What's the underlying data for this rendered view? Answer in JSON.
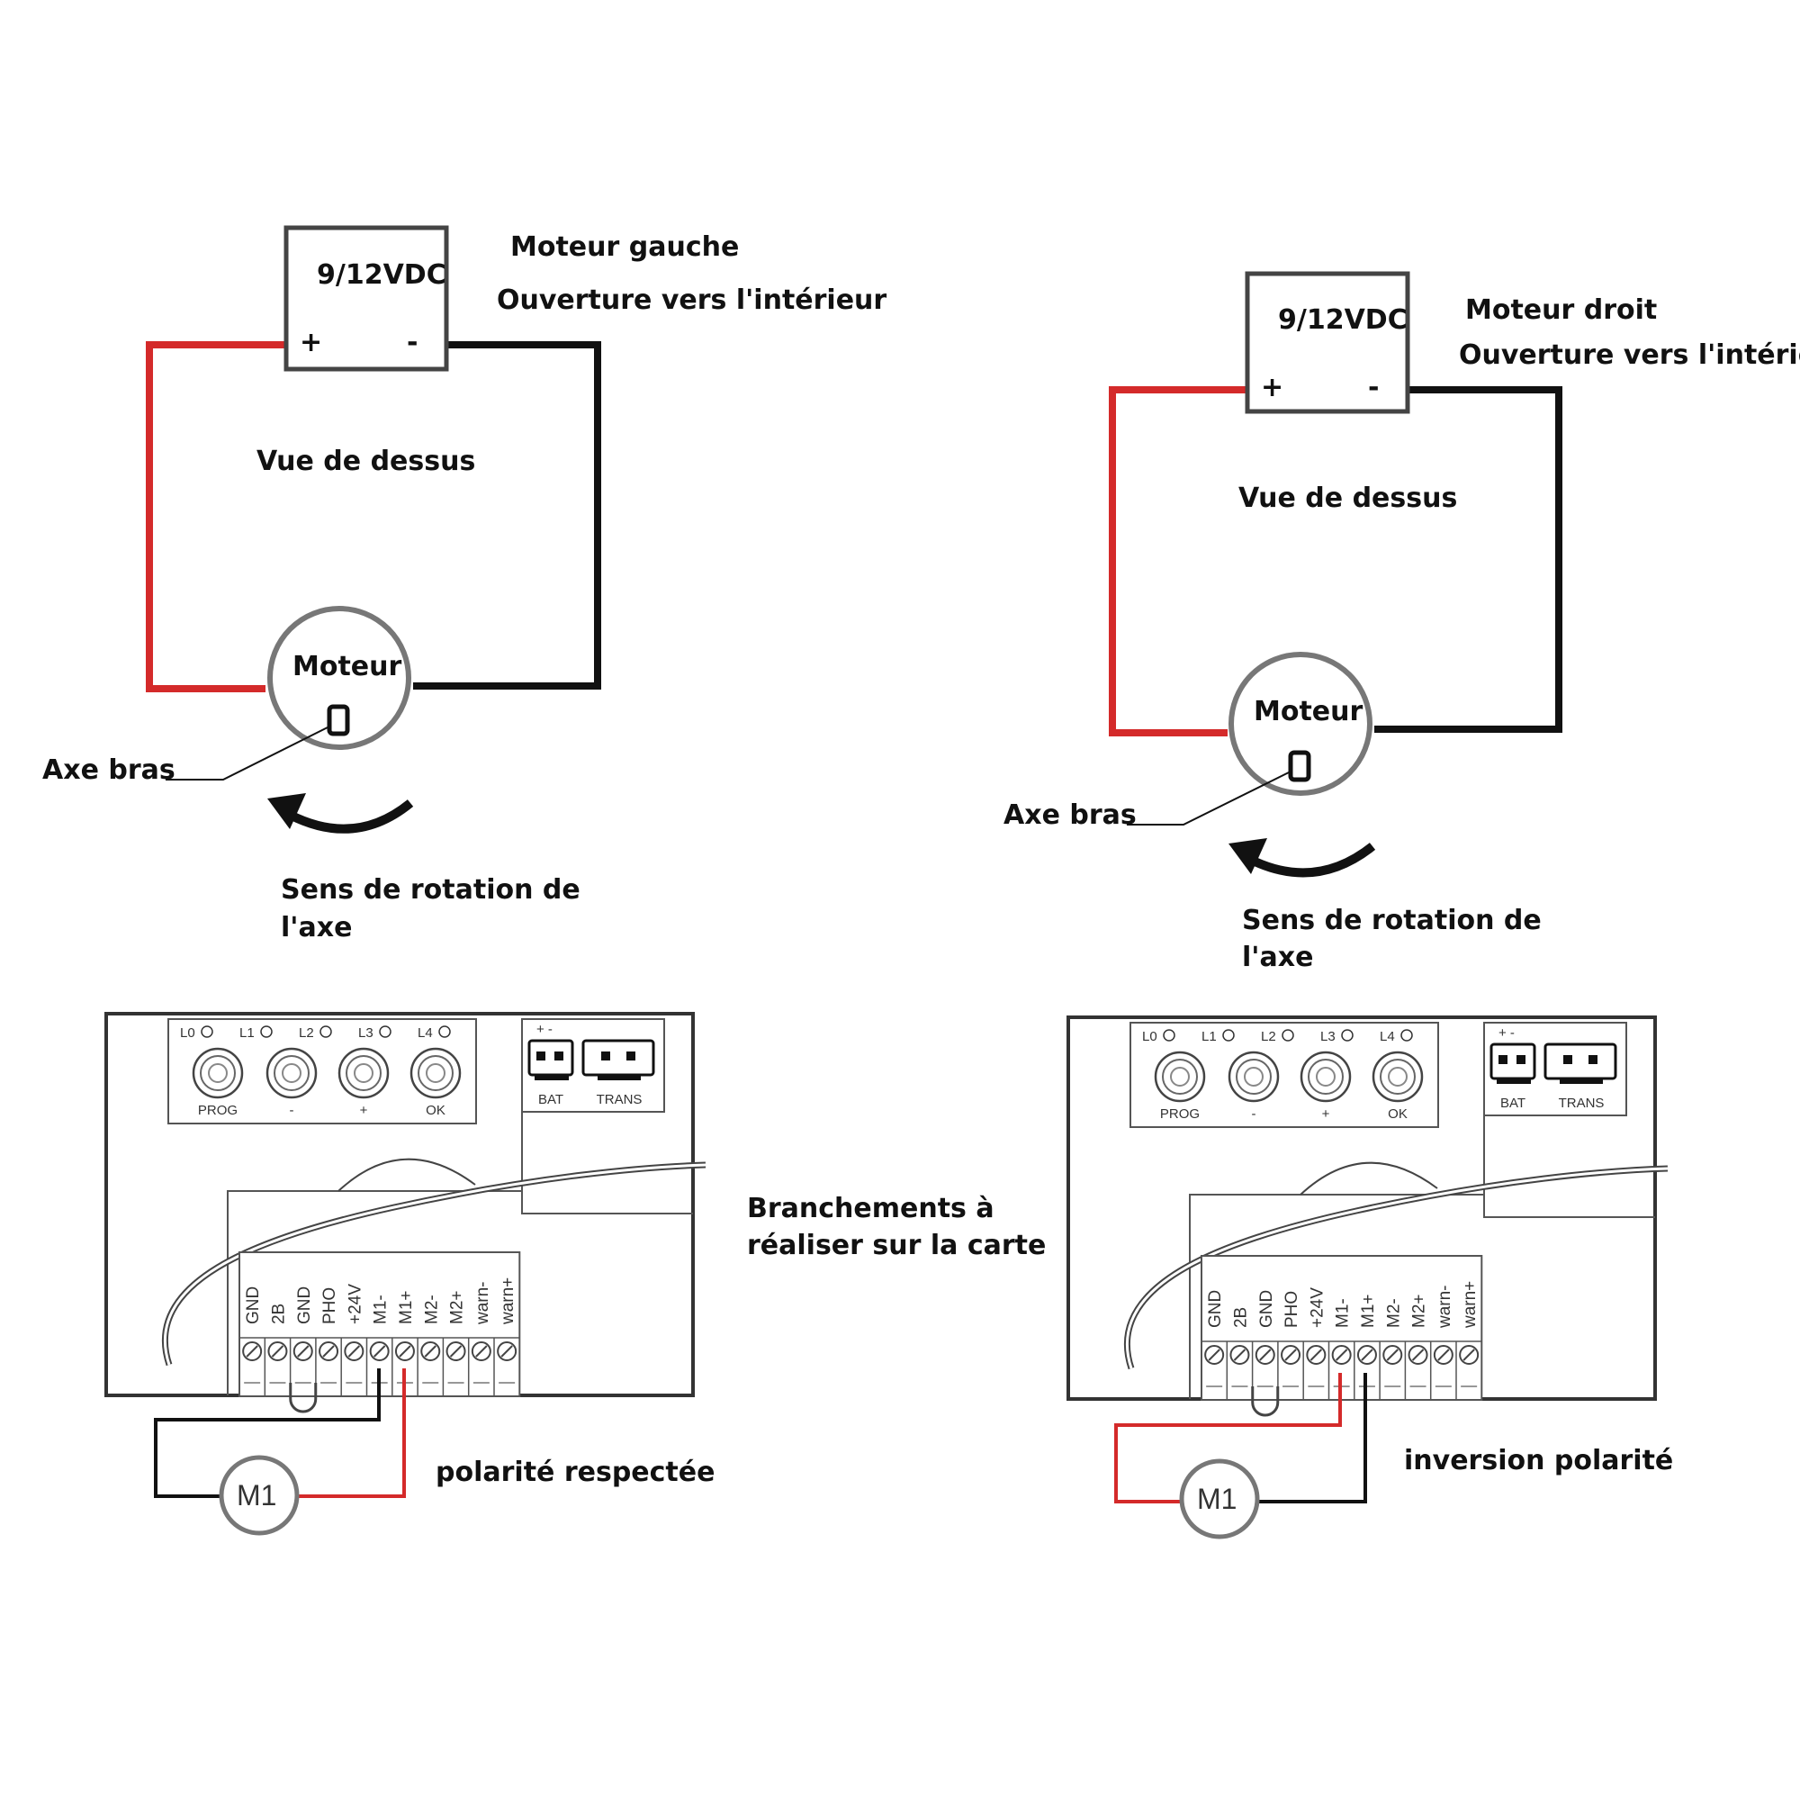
{
  "colors": {
    "positive_wire": "#d42a2a",
    "negative_wire": "#111111",
    "outline": "#444444"
  },
  "left": {
    "supply_label": "9/12VDC",
    "plus": "+",
    "minus": "-",
    "motor_title": "Moteur gauche",
    "opening": "Ouverture vers l'intérieur",
    "view": "Vue de dessus",
    "motor": "Moteur",
    "axis": "Axe bras",
    "rotation_line1": "Sens de rotation de",
    "rotation_line2": "l'axe",
    "wiring_note": "polarité respectée",
    "motor_badge": "M1"
  },
  "right": {
    "supply_label": "9/12VDC",
    "plus": "+",
    "minus": "-",
    "motor_title": "Moteur droit",
    "opening": "Ouverture vers l'intérieur",
    "view": "Vue de dessus",
    "motor": "Moteur",
    "axis": "Axe bras",
    "rotation_line1": "Sens de rotation de",
    "rotation_line2": "l'axe",
    "wiring_note": "inversion polarité",
    "motor_badge": "M1"
  },
  "middle_note_line1": "Branchements à",
  "middle_note_line2": "réaliser sur la carte",
  "board": {
    "leds": [
      "L0",
      "L1",
      "L2",
      "L3",
      "L4"
    ],
    "buttons": [
      "PROG",
      "-",
      "+",
      "OK"
    ],
    "connector_pins": "+ -",
    "connectors": [
      "BAT",
      "TRANS"
    ],
    "terminals": [
      "GND",
      "2B",
      "GND",
      "PHO",
      "+24V",
      "M1-",
      "M1+",
      "M2-",
      "M2+",
      "warn-",
      "warn+"
    ]
  }
}
